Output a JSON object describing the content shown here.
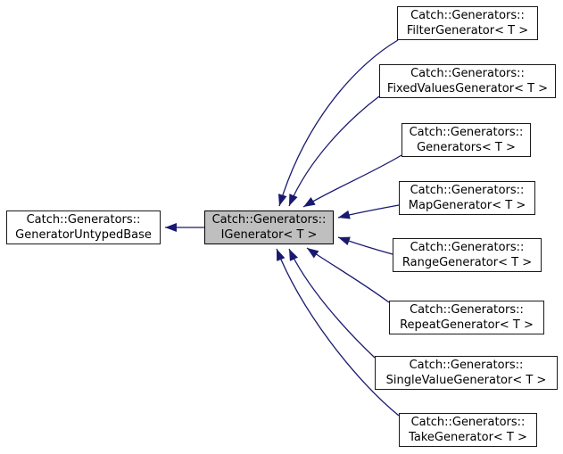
{
  "diagram": {
    "type": "class-inheritance-graph",
    "current_class": "Catch::Generators::IGenerator< T >"
  },
  "colors": {
    "arrow": "#191970",
    "node_fill": "#ffffff",
    "node_border": "#1a1a1a",
    "current_node_fill": "#bfbfbf",
    "current_node_border": "#000000",
    "text": "#000000",
    "background": "#ffffff"
  },
  "nodes": [
    {
      "id": "generator-untyped-base",
      "line1": "Catch::Generators::",
      "line2": "GeneratorUntypedBase",
      "role": "base"
    },
    {
      "id": "igenerator",
      "line1": "Catch::Generators::",
      "line2": "IGenerator< T >",
      "role": "current"
    },
    {
      "id": "filter-generator",
      "line1": "Catch::Generators::",
      "line2": "FilterGenerator< T >",
      "role": "derived"
    },
    {
      "id": "fixed-values-generator",
      "line1": "Catch::Generators::",
      "line2": "FixedValuesGenerator< T >",
      "role": "derived"
    },
    {
      "id": "generators",
      "line1": "Catch::Generators::",
      "line2": "Generators< T >",
      "role": "derived"
    },
    {
      "id": "map-generator",
      "line1": "Catch::Generators::",
      "line2": "MapGenerator< T >",
      "role": "derived"
    },
    {
      "id": "range-generator",
      "line1": "Catch::Generators::",
      "line2": "RangeGenerator< T >",
      "role": "derived"
    },
    {
      "id": "repeat-generator",
      "line1": "Catch::Generators::",
      "line2": "RepeatGenerator< T >",
      "role": "derived"
    },
    {
      "id": "single-value-generator",
      "line1": "Catch::Generators::",
      "line2": "SingleValueGenerator< T >",
      "role": "derived"
    },
    {
      "id": "take-generator",
      "line1": "Catch::Generators::",
      "line2": "TakeGenerator< T >",
      "role": "derived"
    }
  ]
}
